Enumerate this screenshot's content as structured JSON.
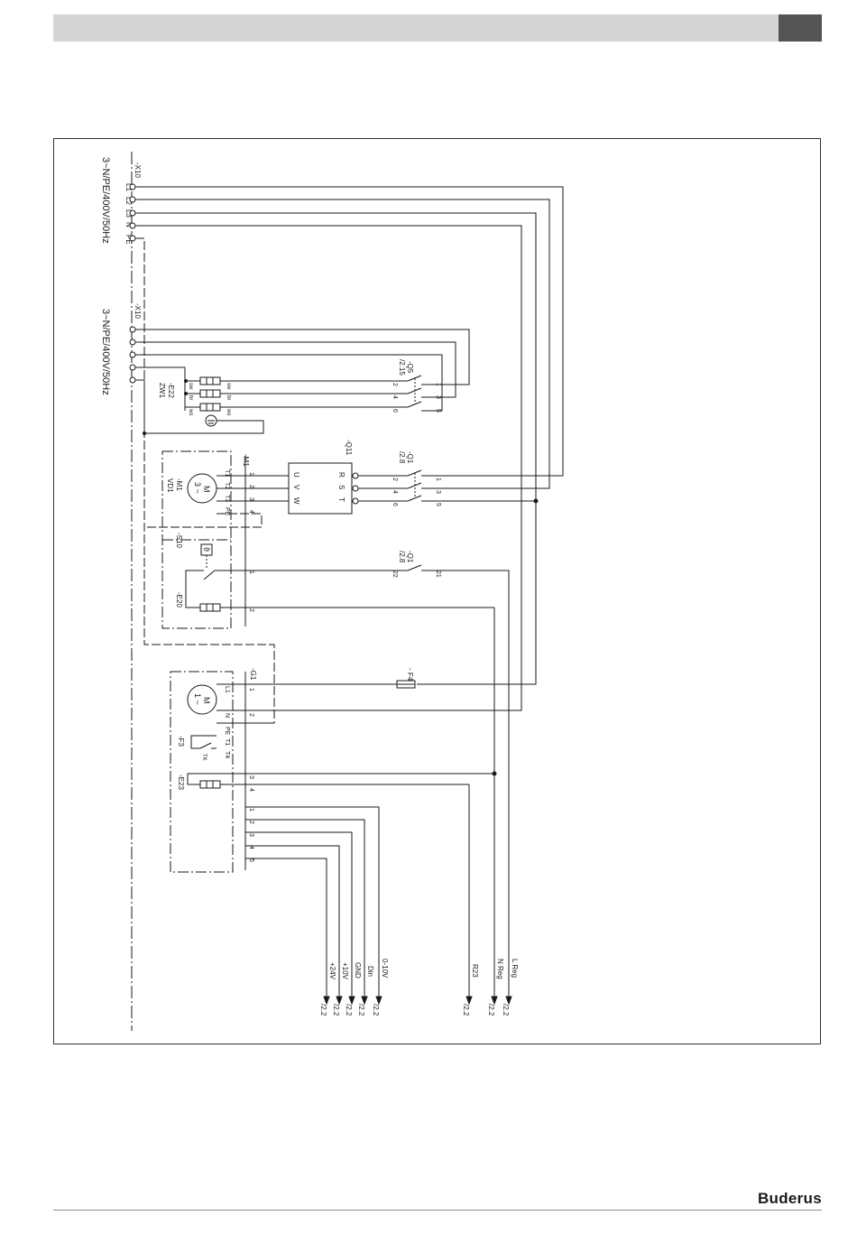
{
  "brand": "Buderus",
  "colors": {
    "line": "#1a1a1a",
    "header_bar": "#d4d4d4",
    "header_tab": "#545454",
    "frame": "#333333"
  },
  "supply": [
    {
      "id": "supply-1",
      "label": "3~N/PE/400V/50Hz",
      "terminal": "-X10",
      "pins": [
        "L1",
        "L2",
        "L3",
        "N",
        "PE"
      ]
    },
    {
      "id": "supply-2",
      "label": "3~N/PE/400V/50Hz",
      "terminal": "-X10"
    }
  ],
  "components": {
    "q5": {
      "name": "-Q5",
      "ref": "/2.15",
      "left_pins": [
        "2",
        "4",
        "6"
      ],
      "right_pins": [
        "1",
        "3",
        "5"
      ]
    },
    "e22": {
      "name": "-E22",
      "sub": "ZW1",
      "wires": [
        "sw",
        "br",
        "ws",
        "sw",
        "br",
        "ws"
      ]
    },
    "q11": {
      "name": "-Q11",
      "left_terms": [
        "U",
        "V",
        "W"
      ],
      "right_terms": [
        "R",
        "S",
        "T"
      ]
    },
    "q1_main": {
      "name": "-Q1",
      "ref": "/2.8",
      "left_pins": [
        "2",
        "4",
        "6"
      ],
      "right_pins": [
        "1",
        "3",
        "5"
      ]
    },
    "m1": {
      "name": "-M1",
      "motor_name": "-M1",
      "sub": "VD1",
      "motor_symbol": "M",
      "motor_phase": "3 ~",
      "terms": [
        "T1",
        "T2",
        "T3",
        "PE"
      ],
      "pins": [
        "1",
        "2",
        "3",
        "4"
      ]
    },
    "s10": {
      "name": "-S10",
      "sensor": "ϑ"
    },
    "e20": {
      "name": "-E20",
      "pins": [
        "1",
        "2"
      ]
    },
    "q1_aux": {
      "name": "-Q1",
      "ref": "/2.8",
      "left_pin": "22",
      "right_pin": "21"
    },
    "g1": {
      "name": "-G1",
      "motor_symbol": "M",
      "motor_phase": "1 ~",
      "terms": [
        "L1",
        "N",
        "PE",
        "T1",
        "T4"
      ],
      "pins": [
        "1",
        "2"
      ]
    },
    "f4": {
      "name": "- F4"
    },
    "f3": {
      "name": "-F3",
      "contact": "TK"
    },
    "e23": {
      "name": "-E23",
      "pins": [
        "3",
        "4"
      ]
    },
    "signal_pins": [
      "1",
      "2",
      "3",
      "4",
      "5"
    ]
  },
  "outputs": [
    {
      "label": "+24V",
      "ref": "/2.2"
    },
    {
      "label": "+10V",
      "ref": "/2.2"
    },
    {
      "label": "GND",
      "ref": "/2.2"
    },
    {
      "label": "Din",
      "ref": "/2.2"
    },
    {
      "label": "0-10V",
      "ref": "/2.2"
    },
    {
      "label": "R23",
      "ref": "/2.2"
    },
    {
      "label": "N Reg",
      "ref": "/2.2"
    },
    {
      "label": "L Reg",
      "ref": "/2.2"
    }
  ]
}
